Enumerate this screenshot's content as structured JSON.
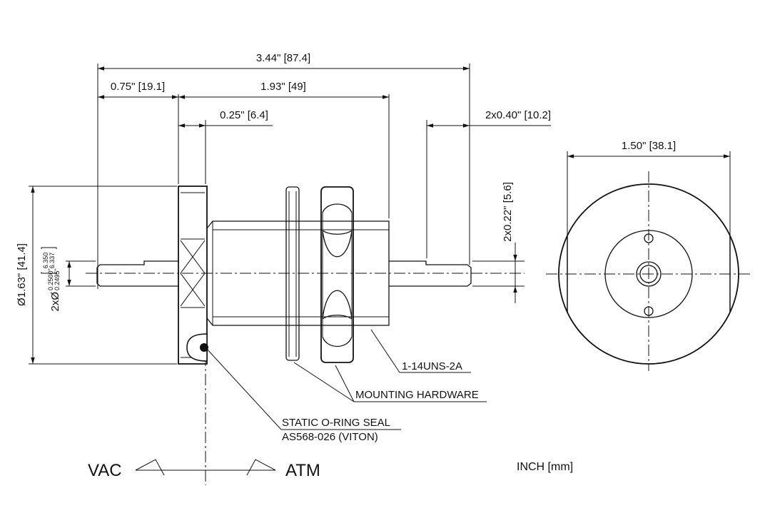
{
  "dimensions": {
    "overall_length": "3.44\" [87.4]",
    "left_shaft": "0.75\" [19.1]",
    "body_length": "1.93\" [49]",
    "flange_thickness": "0.25\" [6.4]",
    "right_shaft": "2x0.40\" [10.2]",
    "flat_depth": "2x0.22\" [5.6]",
    "flange_diameter": "Ø1.63\" [41.4]",
    "shaft_diameter_prefix": "2xØ",
    "shaft_diameter_upper_in": "0.2500\"",
    "shaft_diameter_lower_in": "0.2495\"",
    "shaft_diameter_upper_mm": "6.350",
    "shaft_diameter_lower_mm": "6.337",
    "end_view_width": "1.50\" [38.1]"
  },
  "callouts": {
    "thread": "1-14UNS-2A",
    "hardware": "MOUNTING HARDWARE",
    "seal_line1": "STATIC O-RING SEAL",
    "seal_line2": "AS568-026 (VITON)"
  },
  "sides": {
    "vacuum": "VAC",
    "atmosphere": "ATM"
  },
  "units": "INCH [mm]"
}
